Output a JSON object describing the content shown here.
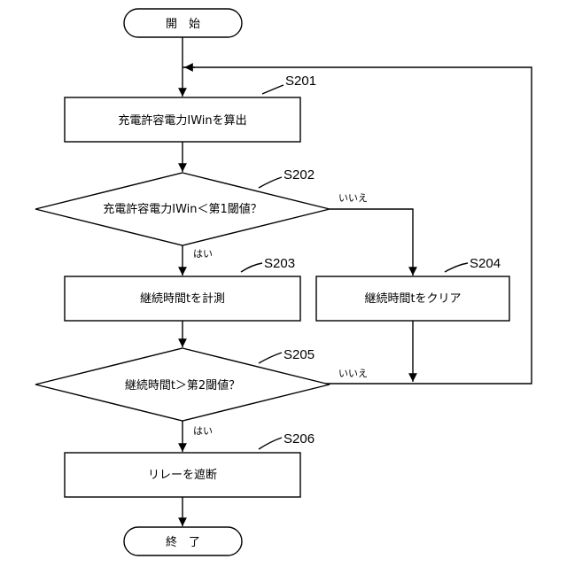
{
  "terminals": {
    "start": "開　始",
    "end": "終　了"
  },
  "steps": {
    "s201": {
      "label": "S201",
      "text": "充電許容電力IWinを算出"
    },
    "s202": {
      "label": "S202",
      "text": "充電許容電力IWin＜第1閾値？"
    },
    "s203": {
      "label": "S203",
      "text": "継続時間tを計測"
    },
    "s204": {
      "label": "S204",
      "text": "継続時間tをクリア"
    },
    "s205": {
      "label": "S205",
      "text": "継続時間t＞第2閾値？"
    },
    "s206": {
      "label": "S206",
      "text": "リレーを遮断"
    }
  },
  "branches": {
    "s202_no": "いいえ",
    "s202_yes": "はい",
    "s205_no": "いいえ",
    "s205_yes": "はい"
  }
}
